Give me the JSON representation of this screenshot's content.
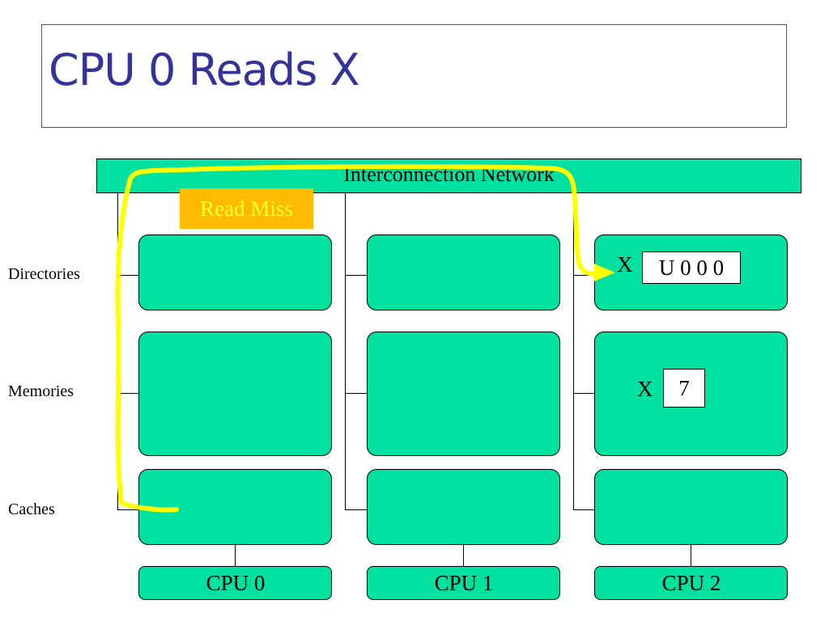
{
  "title": "CPU 0 Reads X",
  "network_label": "Interconnection Network",
  "message_label": "Read Miss",
  "row_labels": {
    "directories": "Directories",
    "memories": "Memories",
    "caches": "Caches"
  },
  "cpus": [
    "CPU 0",
    "CPU 1",
    "CPU 2"
  ],
  "directory_entry": {
    "name": "X",
    "value": "U 0 0 0"
  },
  "memory_entry": {
    "name": "X",
    "value": "7"
  },
  "colors": {
    "title": "#33339a",
    "node_fill": "#00e0a0",
    "highlight_path": "#ffff00",
    "message_fill": "#ffbb00",
    "message_text": "#ffff33"
  }
}
